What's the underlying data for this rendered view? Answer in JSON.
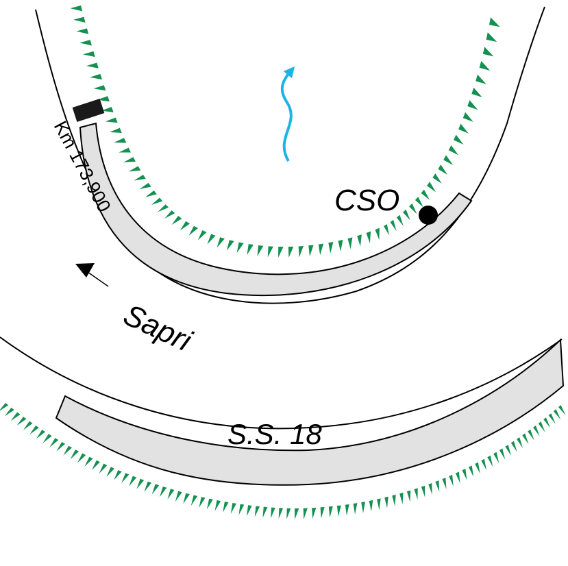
{
  "labels": {
    "cso": "CSO",
    "road": "S.S. 18",
    "direction": "Sapri",
    "kilometre": "Km 173,900"
  },
  "colors": {
    "line": "#000000",
    "lane_fill": "#e2e2e2",
    "verge": "#149150",
    "flow_arrow": "#1ab4e6",
    "marker": "#000000"
  },
  "icons": {
    "flow": "flow-direction-arrow-icon",
    "direction": "direction-arrow-icon",
    "station": "station-dot-icon",
    "chainage": "chainage-marker-icon"
  }
}
